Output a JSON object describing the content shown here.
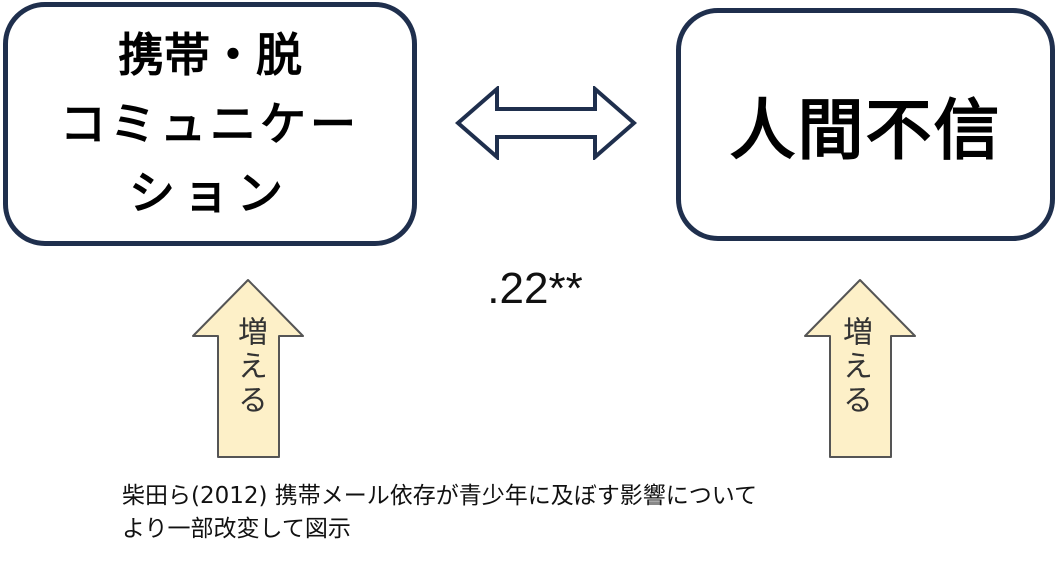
{
  "left_box": {
    "lines": [
      "携帯・脱",
      "コミュニケー",
      "ション"
    ]
  },
  "right_box": {
    "text": "人間不信"
  },
  "correlation": ".22**",
  "arrows": {
    "left_label": "増える",
    "right_label": "増える"
  },
  "caption": {
    "line1": "柴田ら(2012) 携帯メール依存が青少年に及ぼす影響について",
    "line2": "より一部改変して図示"
  },
  "colors": {
    "border": "#1f2f4d",
    "arrow_fill": "#fdf0c8",
    "arrow_stroke": "#555555"
  }
}
